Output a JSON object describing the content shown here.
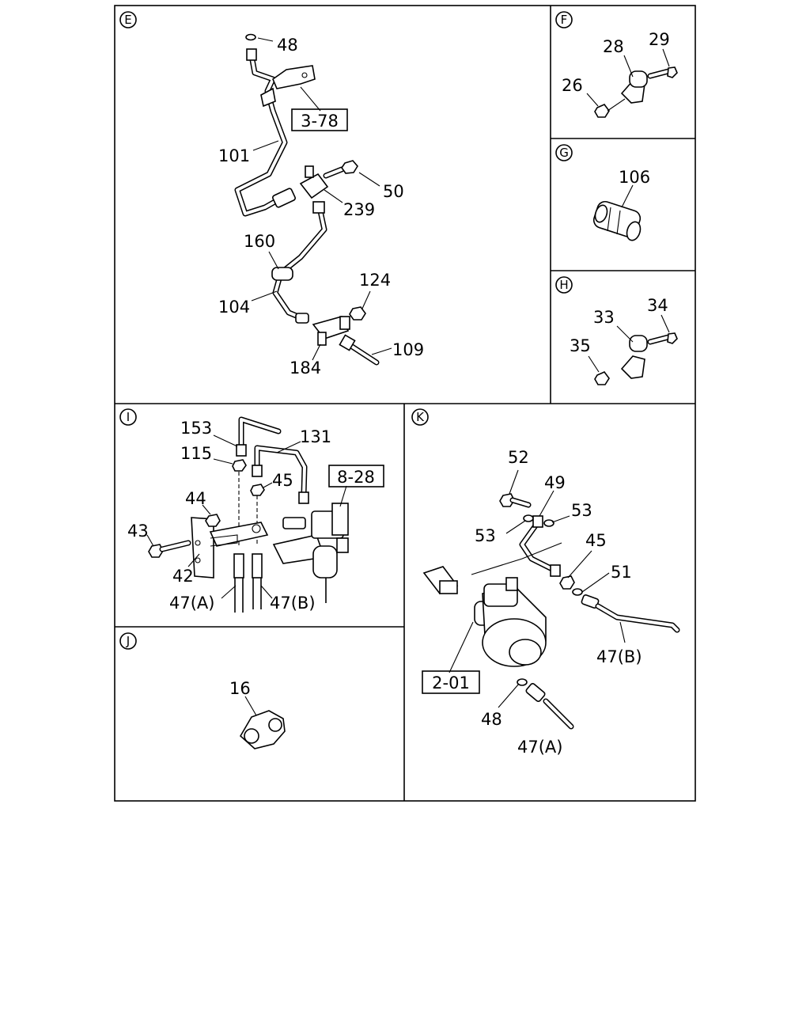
{
  "sections": {
    "E": {
      "letter": "E",
      "labels": [
        "48",
        "3-78",
        "101",
        "50",
        "239",
        "160",
        "104",
        "124",
        "184",
        "109"
      ]
    },
    "F": {
      "letter": "F",
      "labels": [
        "28",
        "29",
        "26"
      ]
    },
    "G": {
      "letter": "G",
      "labels": [
        "106"
      ]
    },
    "H": {
      "letter": "H",
      "labels": [
        "33",
        "34",
        "35"
      ]
    },
    "I": {
      "letter": "I",
      "labels": [
        "153",
        "131",
        "115",
        "45",
        "8-28",
        "44",
        "43",
        "42",
        "47(A)",
        "47(B)"
      ]
    },
    "J": {
      "letter": "J",
      "labels": [
        "16"
      ]
    },
    "K": {
      "letter": "K",
      "labels": [
        "52",
        "49",
        "53",
        "53",
        "45",
        "51",
        "47(B)",
        "2-01",
        "48",
        "47(A)"
      ]
    }
  }
}
